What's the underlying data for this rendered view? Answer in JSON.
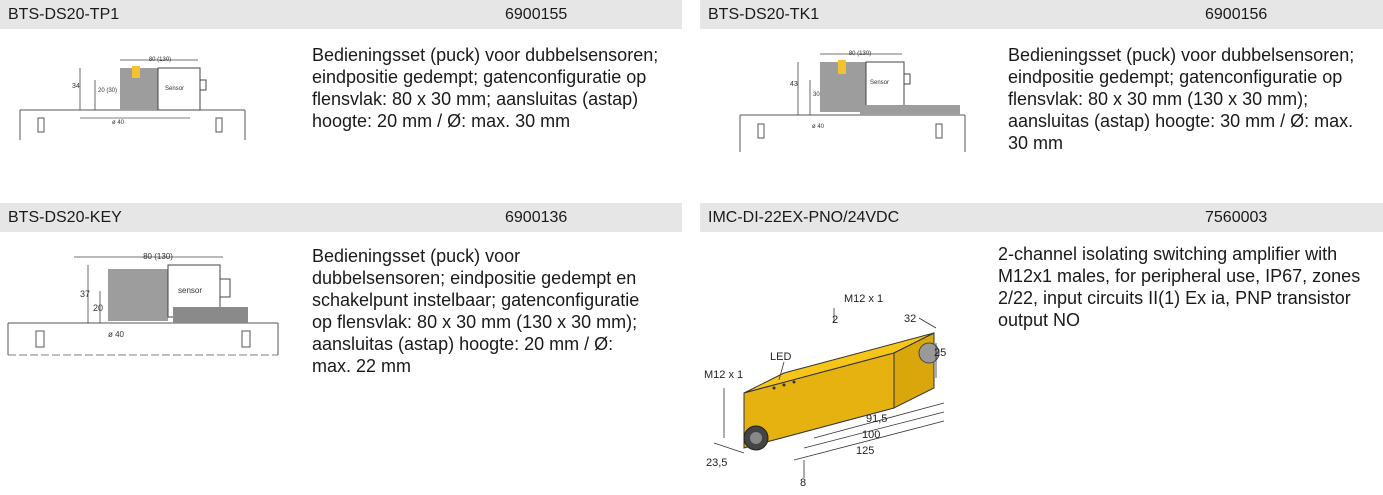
{
  "products": [
    {
      "name": "BTS-DS20-TP1",
      "code": "6900155",
      "description": "Bedieningsset (puck) voor dubbelsensoren; eindpositie gedempt; gatenconfiguratie op flensvlak: 80 x 30 mm; aansluitas (astap) hoogte: 20 mm / Ø: max. 30 mm",
      "drawing": {
        "width": "80 (130)",
        "h1": "34",
        "h2": "20 (30)",
        "dia": "ø 40",
        "label": "Sensor"
      }
    },
    {
      "name": "BTS-DS20-TK1",
      "code": "6900156",
      "description": "Bedieningsset (puck) voor dubbelsensoren; eindpositie gedempt; gatenconfiguratie op flensvlak: 80 x 30 mm (130 x 30 mm); aansluitas (astap) hoogte: 30 mm / Ø: max. 30 mm",
      "drawing": {
        "width": "80 (130)",
        "h1": "43",
        "h2": "30",
        "dia": "ø 40",
        "label": "Sensor"
      }
    },
    {
      "name": "BTS-DS20-KEY",
      "code": "6900136",
      "description": "Bedieningsset (puck) voor dubbelsensoren; eindpositie gedempt en schakelpunt instelbaar; gatenconfiguratie op flensvlak: 80 x 30 mm (130 x 30 mm); aansluitas (astap) hoogte: 20 mm / Ø: max. 22 mm",
      "drawing": {
        "width": "80 (130)",
        "h1": "37",
        "h2": "20",
        "dia": "ø 40",
        "label": "sensor"
      }
    },
    {
      "name": "IMC-DI-22EX-PNO/24VDC",
      "code": "7560003",
      "description": "2-channel isolating switching amplifier with M12x1 males, for peripheral use, IP67, zones 2/22, input circuits II(1) Ex ia, PNP transistor output NO",
      "drawing": {
        "m12_top": "M12 x 1",
        "m12_left": "M12 x 1",
        "led": "LED",
        "d2": "2",
        "d32": "32",
        "d25": "25",
        "d91": "91,5",
        "d100": "100",
        "d125": "125",
        "d23": "23,5",
        "d8": "8"
      }
    }
  ],
  "colors": {
    "header_bg": "#e6e6e6",
    "puck": "#9d9d9d",
    "puck_dark": "#8a8a8a",
    "pin": "#f2c230",
    "amp_yellow": "#f5c518"
  }
}
